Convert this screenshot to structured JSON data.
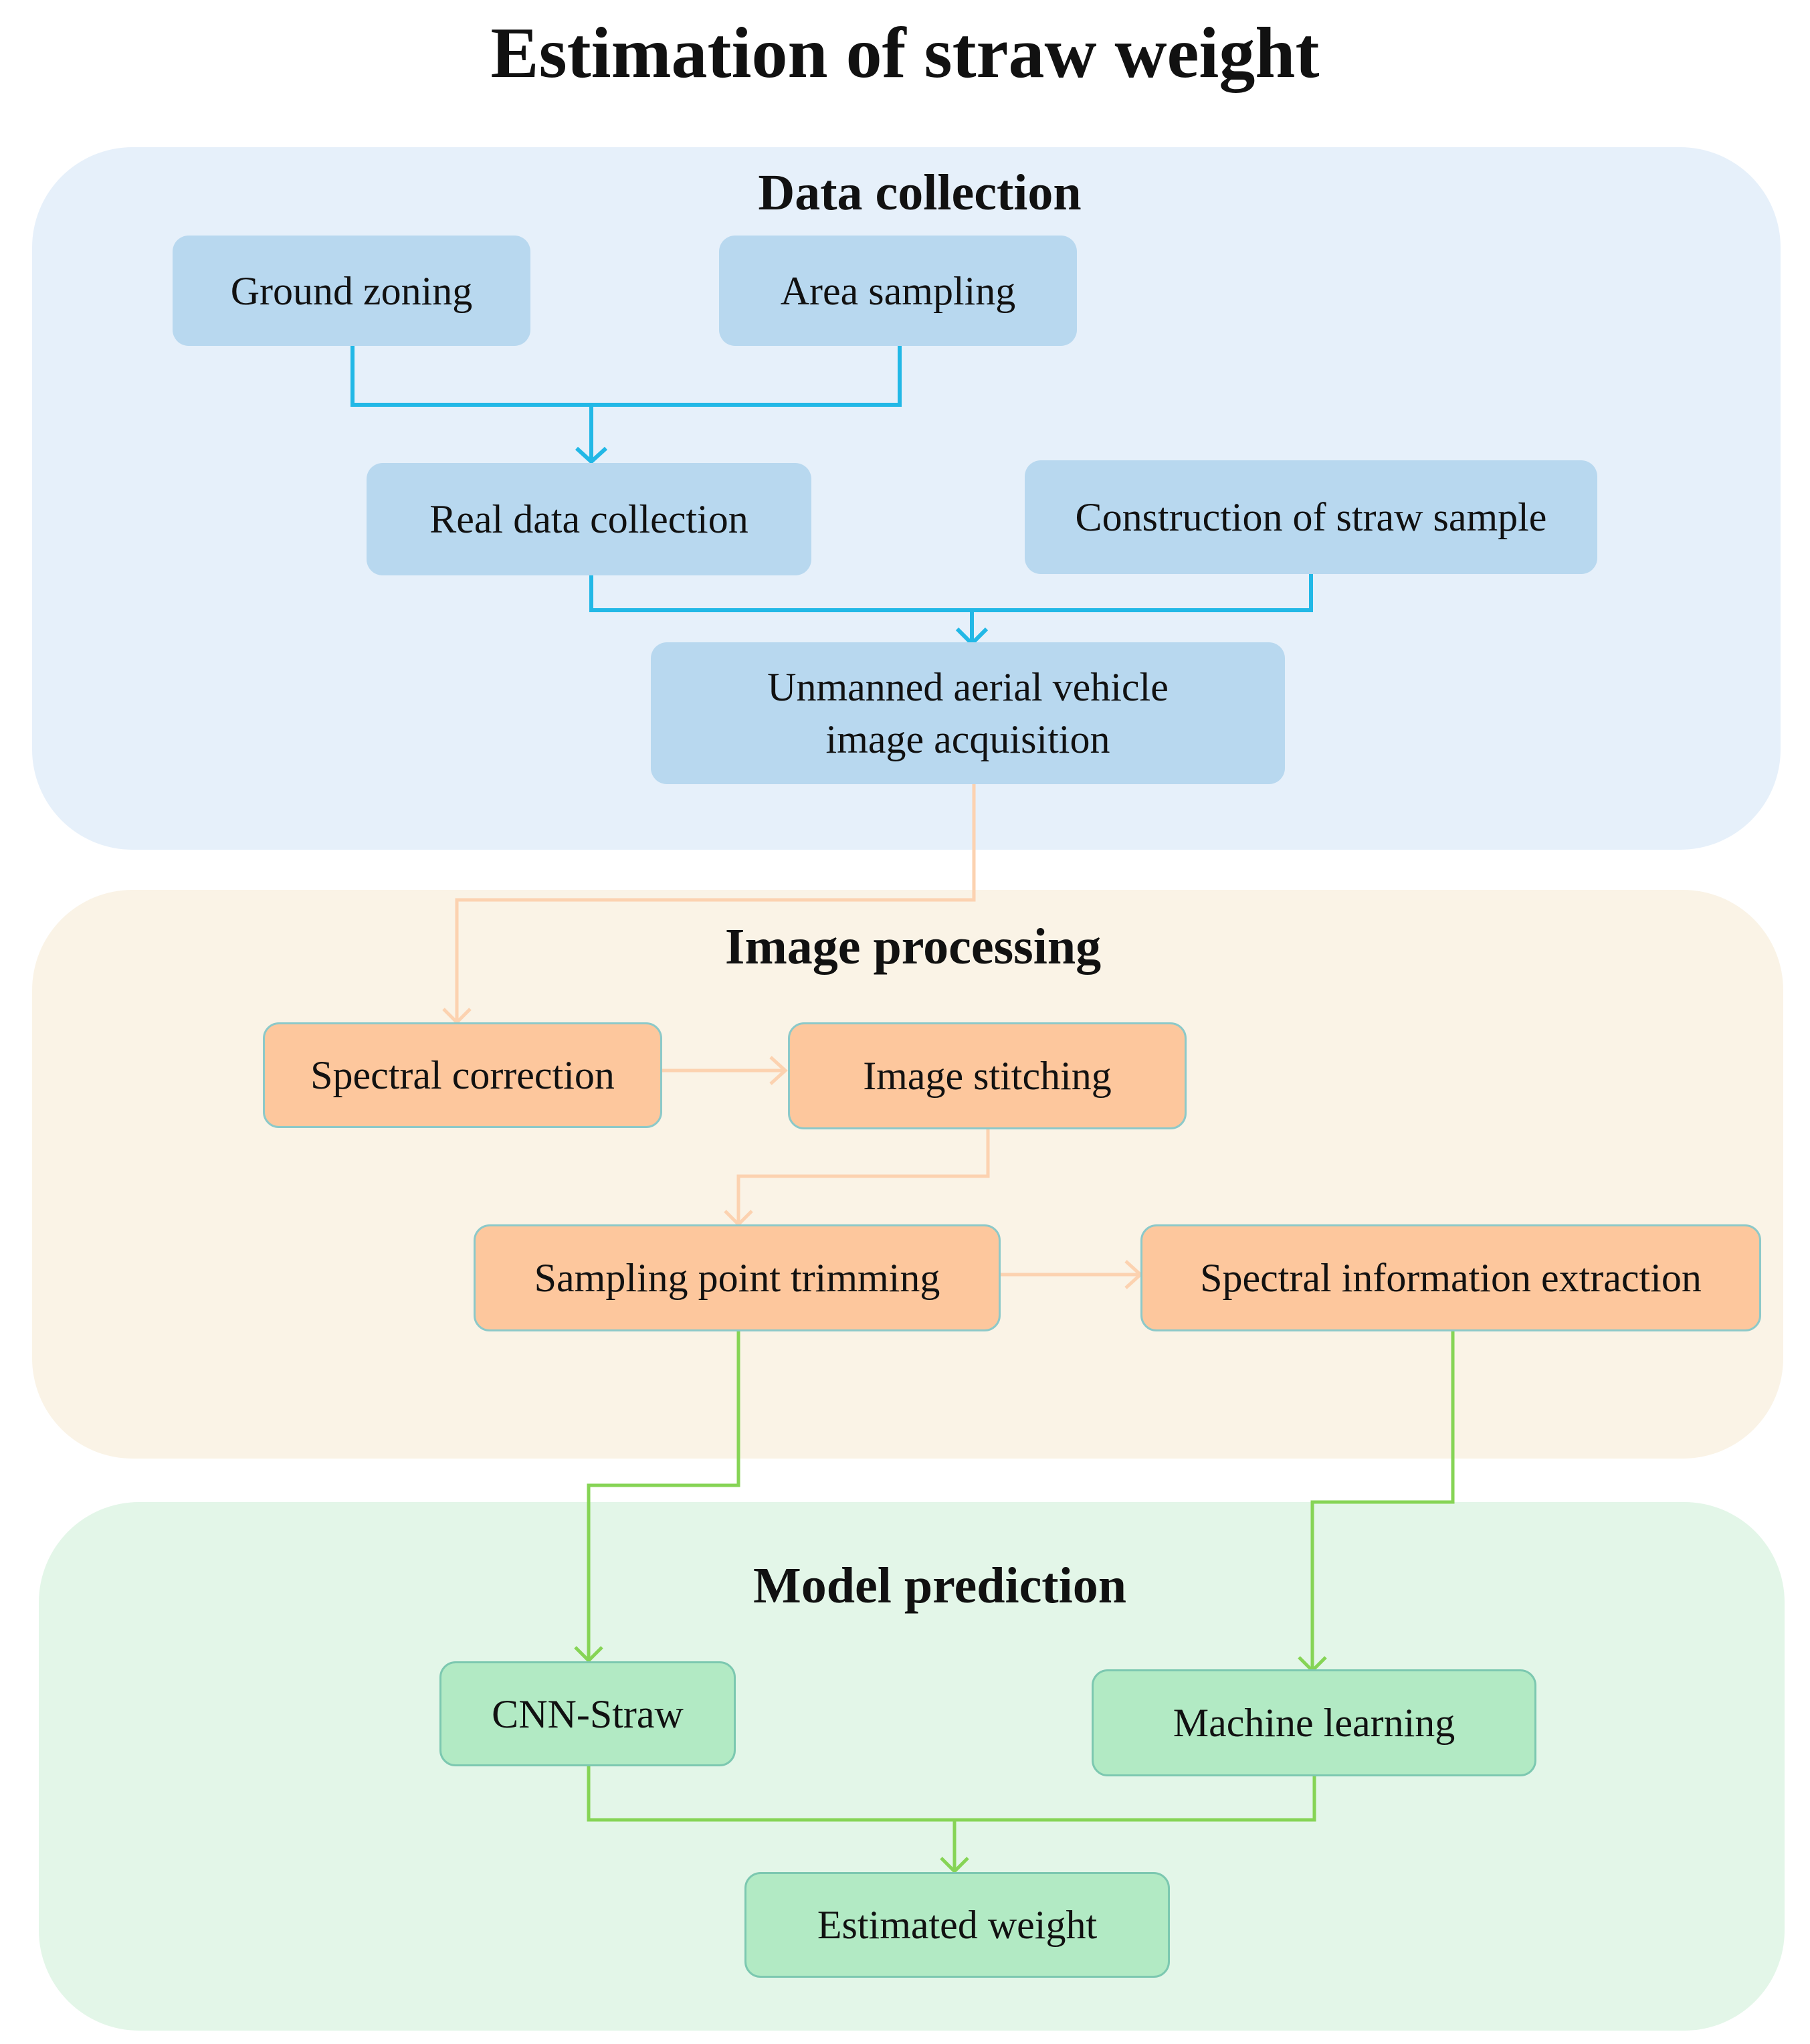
{
  "title": "Estimation of straw weight",
  "sections": {
    "data_collection": {
      "title": "Data collection",
      "ground_zoning": "Ground zoning",
      "area_sampling": "Area sampling",
      "real_data_collection": "Real data collection",
      "construction_sample": "Construction of straw sample",
      "uav_line1": "Unmanned aerial vehicle",
      "uav_line2": "image acquisition"
    },
    "image_processing": {
      "title": "Image processing",
      "spectral_correction": "Spectral correction",
      "image_stitching": "Image stitching",
      "sampling_trimming": "Sampling point trimming",
      "spectral_extraction": "Spectral information extraction"
    },
    "model_prediction": {
      "title": "Model prediction",
      "cnn_straw": "CNN-Straw",
      "machine_learning": "Machine learning",
      "estimated_weight": "Estimated weight"
    }
  },
  "colors": {
    "blue_connector": "#22b8e6",
    "orange_connector": "#fcd2b0",
    "green_connector": "#86d455"
  }
}
